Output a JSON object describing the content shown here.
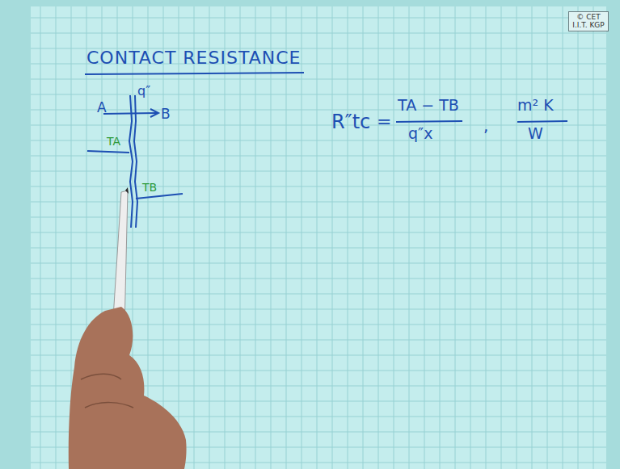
{
  "diagram": {
    "title": "CONTACT RESISTANCE",
    "nodes": [
      {
        "text": [
          "© CET I.I.T. KGP"
        ]
      }
    ],
    "labels": [
      "A",
      "q″",
      "B",
      "TA",
      "TB",
      "R″tc",
      "=",
      "TA − TB",
      "q″x",
      ",",
      "m² K",
      "W"
    ]
  }
}
